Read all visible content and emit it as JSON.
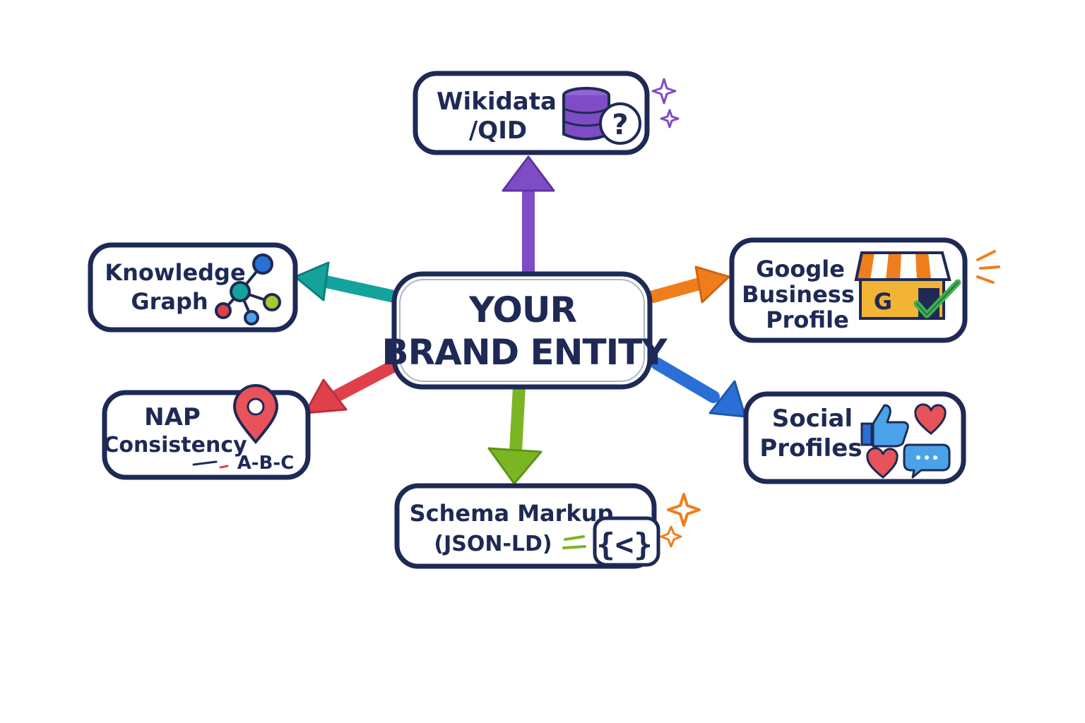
{
  "center": {
    "line1": "YOUR",
    "line2": "BRAND ENTITY"
  },
  "nodes": {
    "wikidata": {
      "line1": "Wikidata",
      "line2": "/QID",
      "icon": "database-question-icon",
      "arrow_color": "#7e4cc4"
    },
    "knowledge_graph": {
      "line1": "Knowledge",
      "line2": "Graph",
      "icon": "network-graph-icon",
      "arrow_color": "#14a39c"
    },
    "google_business": {
      "line1": "Google",
      "line2": "Business",
      "line3": "Profile",
      "icon": "storefront-check-icon",
      "icon_letter": "G",
      "arrow_color": "#f07d1c"
    },
    "nap": {
      "line1": "NAP",
      "line2": "Consistency",
      "icon": "map-pin-icon",
      "icon_text": "A-B-C",
      "arrow_color": "#e0404a"
    },
    "social": {
      "line1": "Social",
      "line2": "Profiles",
      "icon": "like-heart-chat-icon",
      "arrow_color": "#2a6fd6"
    },
    "schema": {
      "line1": "Schema Markup",
      "line2": "(JSON-LD)",
      "icon": "code-brackets-icon",
      "icon_text": "{<}",
      "arrow_color": "#7ab624"
    }
  },
  "colors": {
    "outline": "#1e2a55",
    "purple": "#7e4cc4",
    "teal": "#14a39c",
    "orange": "#f07d1c",
    "red": "#e0404a",
    "blue": "#2a6fd6",
    "green": "#7ab624",
    "pin_red": "#e8525a",
    "store_yellow": "#f2b434",
    "check_green": "#3cb44b",
    "heart_red": "#e8525a",
    "chat_blue": "#4aa3e8"
  }
}
